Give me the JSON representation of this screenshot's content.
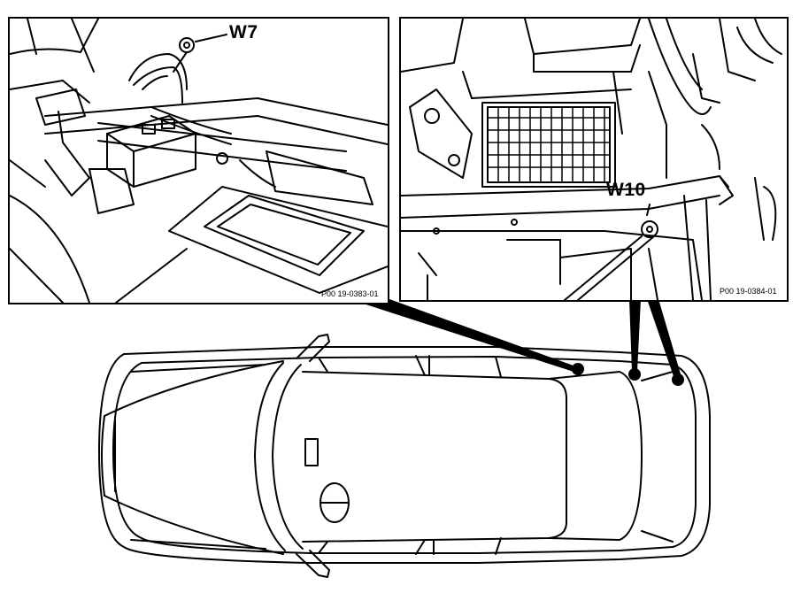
{
  "detail_left": {
    "callout": "W7",
    "part_number": "P00 19-0383-01"
  },
  "detail_right": {
    "callout": "W10",
    "part_number": "P00 19-0384-01"
  },
  "colors": {
    "line": "#000000",
    "background": "#ffffff"
  }
}
